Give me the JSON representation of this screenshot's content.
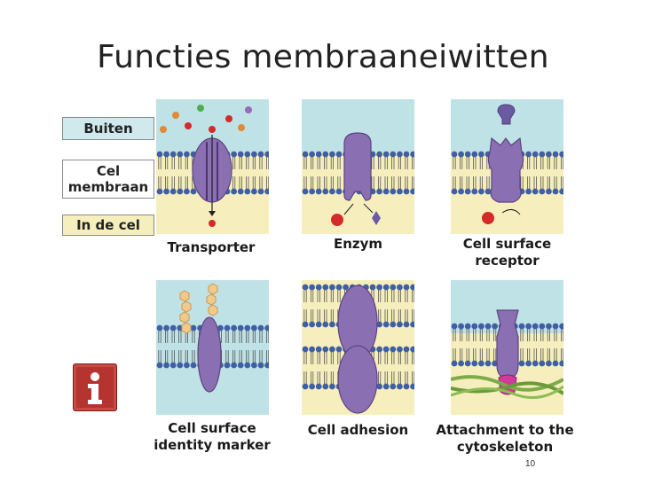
{
  "title": "Functies membraaneiwitten",
  "legend": {
    "outside": "Buiten",
    "membrane": "Cel\nmembraan",
    "inside": "In de cel"
  },
  "panels": [
    {
      "caption": "Transporter"
    },
    {
      "caption": "Enzym"
    },
    {
      "caption": "Cell surface\nreceptor"
    },
    {
      "caption": "Cell surface\nidentity marker"
    },
    {
      "caption": "Cell adhesion"
    },
    {
      "caption": "Attachment to the\ncytoskeleton"
    }
  ],
  "info_icon": "info-icon",
  "page_number": "10",
  "colors": {
    "outside": "#bfe2e6",
    "inside": "#f6efbd",
    "lipid_head": "#3f5fa4",
    "protein": "#8a70b3",
    "molecule_red": "#d42a2a",
    "info_red": "#b5342f"
  }
}
